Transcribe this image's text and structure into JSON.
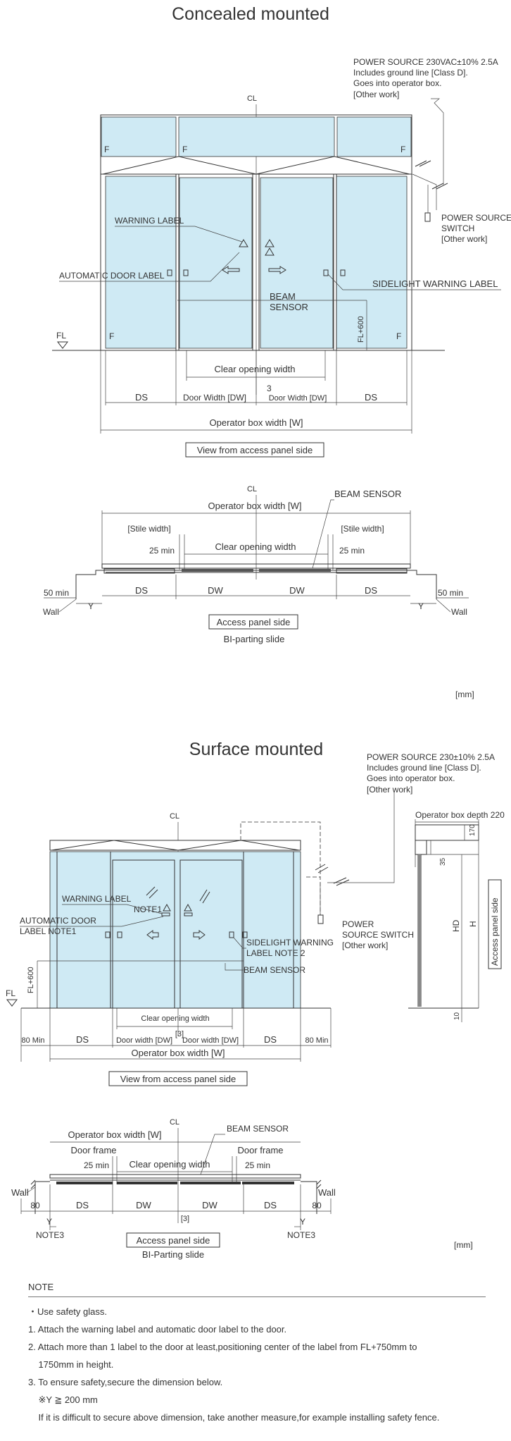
{
  "concealed": {
    "title": "Concealed mounted",
    "power_source": [
      "POWER SOURCE 230VAC±10% 2.5A",
      "Includes ground line [Class D].",
      "Goes into operator box.",
      "[Other work]"
    ],
    "cl": "CL",
    "fix": "F",
    "power_switch": [
      "POWER SOURCE",
      "SWITCH",
      "[Other work]"
    ],
    "warning_label": "WARNING LABEL",
    "automatic_door_label": "AUTOMATIC DOOR LABEL",
    "sidelight_warning_label": "SIDELIGHT WARNING LABEL",
    "beam_sensor": [
      "BEAM",
      "SENSOR"
    ],
    "fl": "FL",
    "fl600": "FL+600",
    "clear_opening": "Clear opening width",
    "ds": "DS",
    "door_width": "Door Width [DW]",
    "gap": "3",
    "operator_box_width": "Operator box width [W]",
    "view_label": "View from access panel side",
    "plan": {
      "operator_box_width": "Operator box width [W]",
      "beam_sensor": "BEAM SENSOR",
      "stile_width": "[Stile width]",
      "min25": "25 min",
      "clear_opening": "Clear opening width",
      "min50": "50 min",
      "wall": "Wall",
      "y": "Y",
      "ds": "DS",
      "dw": "DW",
      "access_panel": "Access panel side",
      "slide_type": "BI-parting slide"
    },
    "unit": "[mm]"
  },
  "surface": {
    "title": "Surface mounted",
    "power_source": [
      "POWER SOURCE 230±10% 2.5A",
      "Includes ground line [Class D].",
      "Goes into operator box.",
      "[Other work]"
    ],
    "cl": "CL",
    "op_depth": "Operator box depth 220",
    "d170": "170",
    "d35": "35",
    "d10": "10",
    "hd": "HD",
    "h": "H",
    "access_panel_side": "Access panel side",
    "warning_label": [
      "WARNING LABEL",
      "NOTE1"
    ],
    "automatic_door_label": [
      "AUTOMATIC DOOR",
      "LABEL NOTE1"
    ],
    "sidelight_warning": [
      "SIDELIGHT WARNING",
      "LABEL NOTE 2"
    ],
    "power_switch": [
      "POWER",
      "SOURCE SWITCH",
      "[Other work]"
    ],
    "beam_sensor": "BEAM SENSOR",
    "fl": "FL",
    "fl600": "FL+600",
    "clear_opening": "Clear opening width",
    "gap": "[3]",
    "min80": "80 Min",
    "ds": "DS",
    "door_width": "Door width [DW]",
    "operator_box_width": "Operator box width [W]",
    "view_label": "View from access panel side",
    "plan": {
      "operator_box_width": "Operator box width [W]",
      "beam_sensor": "BEAM SENSOR",
      "door_frame": "Door frame",
      "min25": "25 min",
      "clear_opening": "Clear opening width",
      "wall": "Wall",
      "d80": "80",
      "ds": "DS",
      "dw": "DW",
      "gap": "[3]",
      "y": "Y",
      "note3": "NOTE3",
      "access_panel": "Access panel side",
      "slide_type": "BI-Parting slide"
    },
    "unit": "[mm]"
  },
  "notes": {
    "heading": "NOTE",
    "lines": [
      "・Use safety glass.",
      "1. Attach the warning label and automatic door label to the door.",
      "2. Attach more than 1 label to the door at least,positioning center of the label from FL+750mm to",
      "    1750mm in height.",
      "3. To ensure safety,secure the dimension below.",
      "    ※Y ≧ 200 mm",
      "    If it is difficult to secure above dimension, take another measure,for example installing safety fence."
    ]
  }
}
